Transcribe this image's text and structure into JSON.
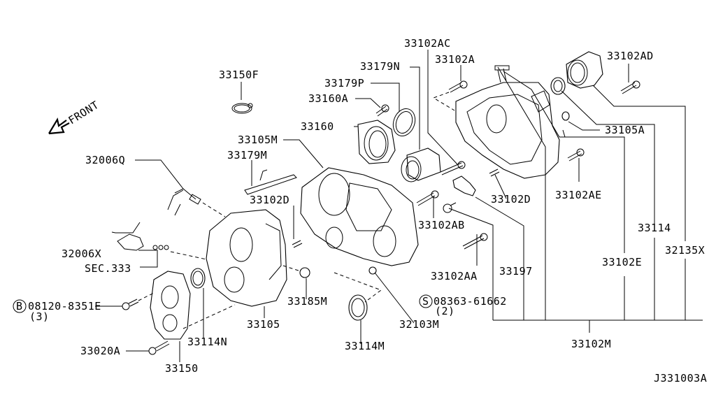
{
  "diagram": {
    "type": "exploded parts diagram",
    "subject": "Transfer case / transmission housing",
    "direction_indicator": "FRONT",
    "drawing_code": "J331003A",
    "labels": {
      "p33150F": "33150F",
      "p33102AC": "33102AC",
      "p33102A": "33102A",
      "p33102AD": "33102AD",
      "p33179N": "33179N",
      "p33179P": "33179P",
      "p33160A": "33160A",
      "p33160": "33160",
      "p33105M": "33105M",
      "p33179M": "33179M",
      "p32006Q": "32006Q",
      "p33105A": "33105A",
      "p33102D_top": "33102D",
      "p33102AE": "33102AE",
      "p33102D_mid": "33102D",
      "p33102AB": "33102AB",
      "p33114": "33114",
      "p32006X": "32006X",
      "pSEC333": "SEC.333",
      "p33102AA": "33102AA",
      "p33197": "33197",
      "p33102E": "33102E",
      "p32135X": "32135X",
      "p08120": "08120-8351E",
      "p08120_qty": "(3)",
      "p08120_symbol": "B",
      "p33185M": "33185M",
      "p08363": "08363-61662",
      "p08363_qty": "(2)",
      "p08363_symbol": "S",
      "p33105": "33105",
      "p32103M": "32103M",
      "p33114N": "33114N",
      "p33114M": "33114M",
      "p33102M": "33102M",
      "p33020A": "33020A",
      "p33150": "33150"
    }
  }
}
